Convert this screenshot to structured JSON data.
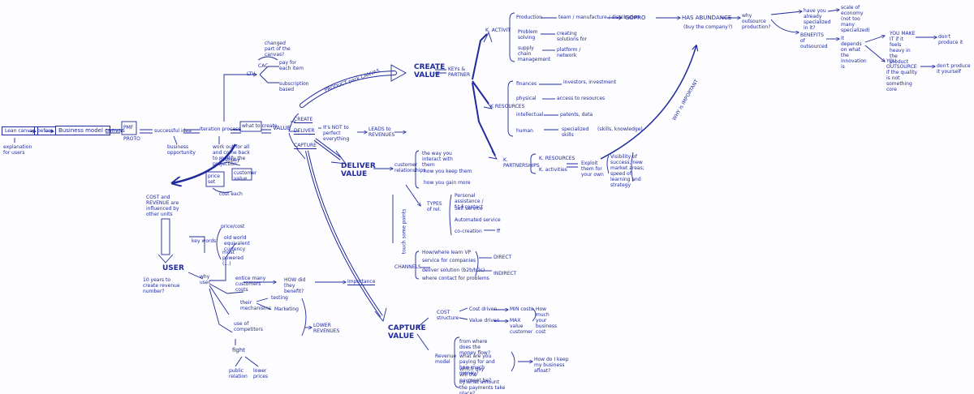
{
  "colors": {
    "ink": "#1f2a9c",
    "paper": "#fdfdff"
  },
  "n": {
    "lean_canvas": "Lean canvas",
    "before": "before",
    "bmc": "Business model canvas",
    "explanation": "explanation for users",
    "pmf": "PMF",
    "proto": "PROTO",
    "successful": "successful idea",
    "business_opp": "business opportunity",
    "iteration": "Iteration process",
    "work_out": "work out for all and come back to modify the projection",
    "what_to_create": "what to create",
    "value": "VALUE",
    "create": "CREATE",
    "deliver": "DELIVER",
    "capture": "CAPTURE",
    "changed": "changed part of the canvas?",
    "ltv": "LTV",
    "cac": "CAC",
    "pay_for_each": "pay for each item",
    "subscription": "subscription based",
    "product_pack": "PRODUCT pack CANVAS",
    "create_value": "CREATE VALUE",
    "keyp": "KEYs & PARTNER",
    "its_not": "It's NOT to perfect everything",
    "leads": "LEADS to REVENUES",
    "k_activit": "K. ACTIVIT",
    "production": "Production",
    "problem_solving": "Problem solving",
    "supply": "supply chain management",
    "team": "team / manufacture / distribution",
    "gopro": "GOPRO",
    "creating": "creating solutions for",
    "platform": "platform / network",
    "key_resources": "K RESOURCES",
    "finances": "finances",
    "physical": "physical",
    "intellectual": "intellectual",
    "human": "human",
    "fin_r": "investors, investment",
    "phys_r": "access to resources",
    "int_r": "patents, data",
    "hum_r": "specialized skills",
    "skills": "(skills, knowledge)",
    "k_partnerships": "K. PARTNERSHIPS",
    "k_resources2": "K. RESOURCES",
    "k_activities": "K. activities",
    "exploit": "Exploit them for your own",
    "visibility": "Visibility of success; new market areas; speed of learning and strategy",
    "why_important": "WHY is IMPORTANT",
    "abundance": "HAS ABUNDANCE",
    "buy_comp": "(buy the company?)",
    "why_outsource": "why outsource production?",
    "have_you": "have you already specialized in it?",
    "scale": "scale of economy (not too many specialized)",
    "benefits": "BENEFITS of outsourced",
    "it_depends": "it depends on what the innovation is",
    "you_make": "YOU MAKE IT if it feels heavy in the product",
    "dont_prod": "don't produce it",
    "you_outsource": "YOU OUTSOURCE if the quality is not something core",
    "dont_prod2": "don't produce it yourself",
    "deliver_value": "DELIVER VALUE",
    "cust_rel": "customer relationships",
    "the_way": "the way you interact with them",
    "keep": "how you keep them",
    "how_many": "how you gain more",
    "types": "TYPES of rel.",
    "personal": "Personal assistance / f-t-f contact",
    "self": "Self service",
    "automated": "Automated service",
    "cocreation": "co-creation",
    "ff": "ff",
    "touch": "touch some points",
    "channels": "CHANNELS",
    "how_where": "How/where learn VP",
    "service": "service for companies",
    "deliver_sol": "deliver solution (b2b/b2c)",
    "contact": "where contact for problems",
    "direct": "DIRECT",
    "indirect": "INDIRECT",
    "capture_value": "CAPTURE VALUE",
    "cost_struct": "COST structure",
    "cost_driven": "Cost driven",
    "value_driven": "Value driven",
    "min_costs": "MIN costs",
    "max_value": "MAX value customer",
    "how_much": "How much your business cost",
    "revenue_model": "Revenue model",
    "from_where": "from where does the money flow?",
    "pay_what": "what are you paying for and how much money?",
    "which_day": "which day will the payment be?",
    "what_amount": "by what amount the payments take place?",
    "keep_afloat": "How do I keep my business afloat?",
    "cost_rev": "COST and REVENUE are influenced by other units",
    "user": "USER",
    "years": "10 years to create revenue number?",
    "why_user": "why user",
    "key_words": "key words",
    "price": "price/cost",
    "old_world": "old world equivalent currency",
    "most_powered": "most powered (...)",
    "price_set": "price set",
    "cost_pays": "cost/pay",
    "customer_value": "customer value",
    "cost_each": "cost each",
    "entice": "entice many customers costs",
    "how_get": "HOW did they benefit?",
    "importance": "Importance",
    "their": "their mechanisms",
    "testing": "testing",
    "marketing": "Marketing",
    "use_of": "use of competitors",
    "lower": "LOWER REVENUES",
    "fight": "fight",
    "public": "public relation",
    "lower_prices": "lower prices"
  }
}
